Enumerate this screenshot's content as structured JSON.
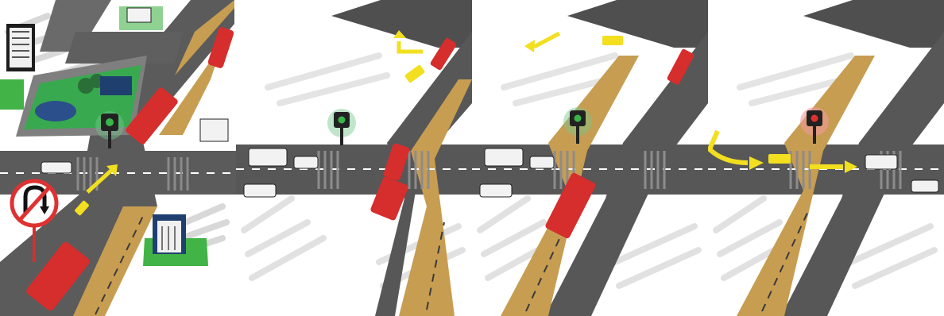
{
  "figure": {
    "description_visible_text": "",
    "panels": [
      {
        "id": "panel-1",
        "traffic_light": "green",
        "sign": "no-u-turn-sign",
        "scenery": [
          "building-icon",
          "park-icon",
          "pond-icon",
          "tree-icon"
        ],
        "vehicles": [
          "yellow-car",
          "red-bus",
          "red-bus",
          "red-bus",
          "white-car"
        ],
        "arrows": [
          "straight-arrow"
        ]
      },
      {
        "id": "panel-2",
        "traffic_light": "green",
        "vehicles": [
          "yellow-car",
          "red-bus",
          "red-bus",
          "white-truck",
          "white-car",
          "white-car"
        ],
        "arrows": [
          "left-turn-arrow"
        ]
      },
      {
        "id": "panel-3",
        "traffic_light": "green",
        "vehicles": [
          "yellow-car",
          "red-bus",
          "red-bus",
          "white-truck",
          "white-car",
          "white-car"
        ],
        "arrows": [
          "left-arrow"
        ]
      },
      {
        "id": "panel-4",
        "traffic_light": "red",
        "vehicles": [
          "yellow-car",
          "white-car",
          "white-car"
        ],
        "arrows": [
          "u-turn-arrow",
          "right-arrow"
        ]
      }
    ],
    "colors": {
      "road": "#5a5a5a",
      "dark_road": "#3f3f3f",
      "tram_lane": "#c79d52",
      "bus": "#d62d2d",
      "yellow": "#f2df1f",
      "white_car": "#f2f2f2",
      "green_light": "#39b54a",
      "red_light": "#e03131",
      "grass": "#42b347",
      "water": "#2b4f8b"
    }
  }
}
